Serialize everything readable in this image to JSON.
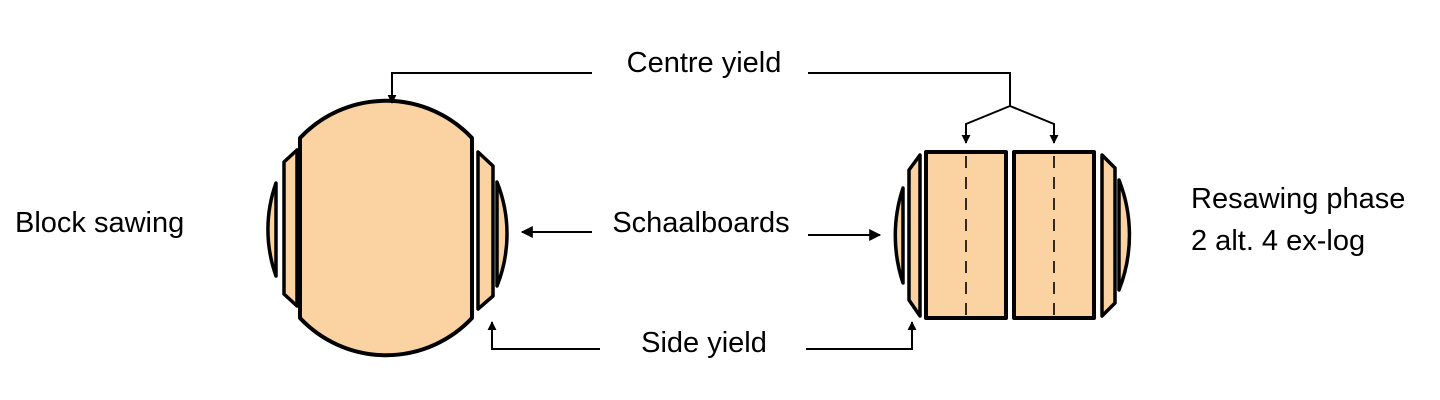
{
  "labels": {
    "centre_yield": "Centre yield",
    "schaalboards": "Schaalboards",
    "side_yield": "Side yield",
    "block_sawing": "Block sawing",
    "resawing_line1": "Resawing phase",
    "resawing_line2": "2 alt. 4 ex-log"
  },
  "colors": {
    "wood": "#fbd3a3",
    "outline": "#000000"
  }
}
